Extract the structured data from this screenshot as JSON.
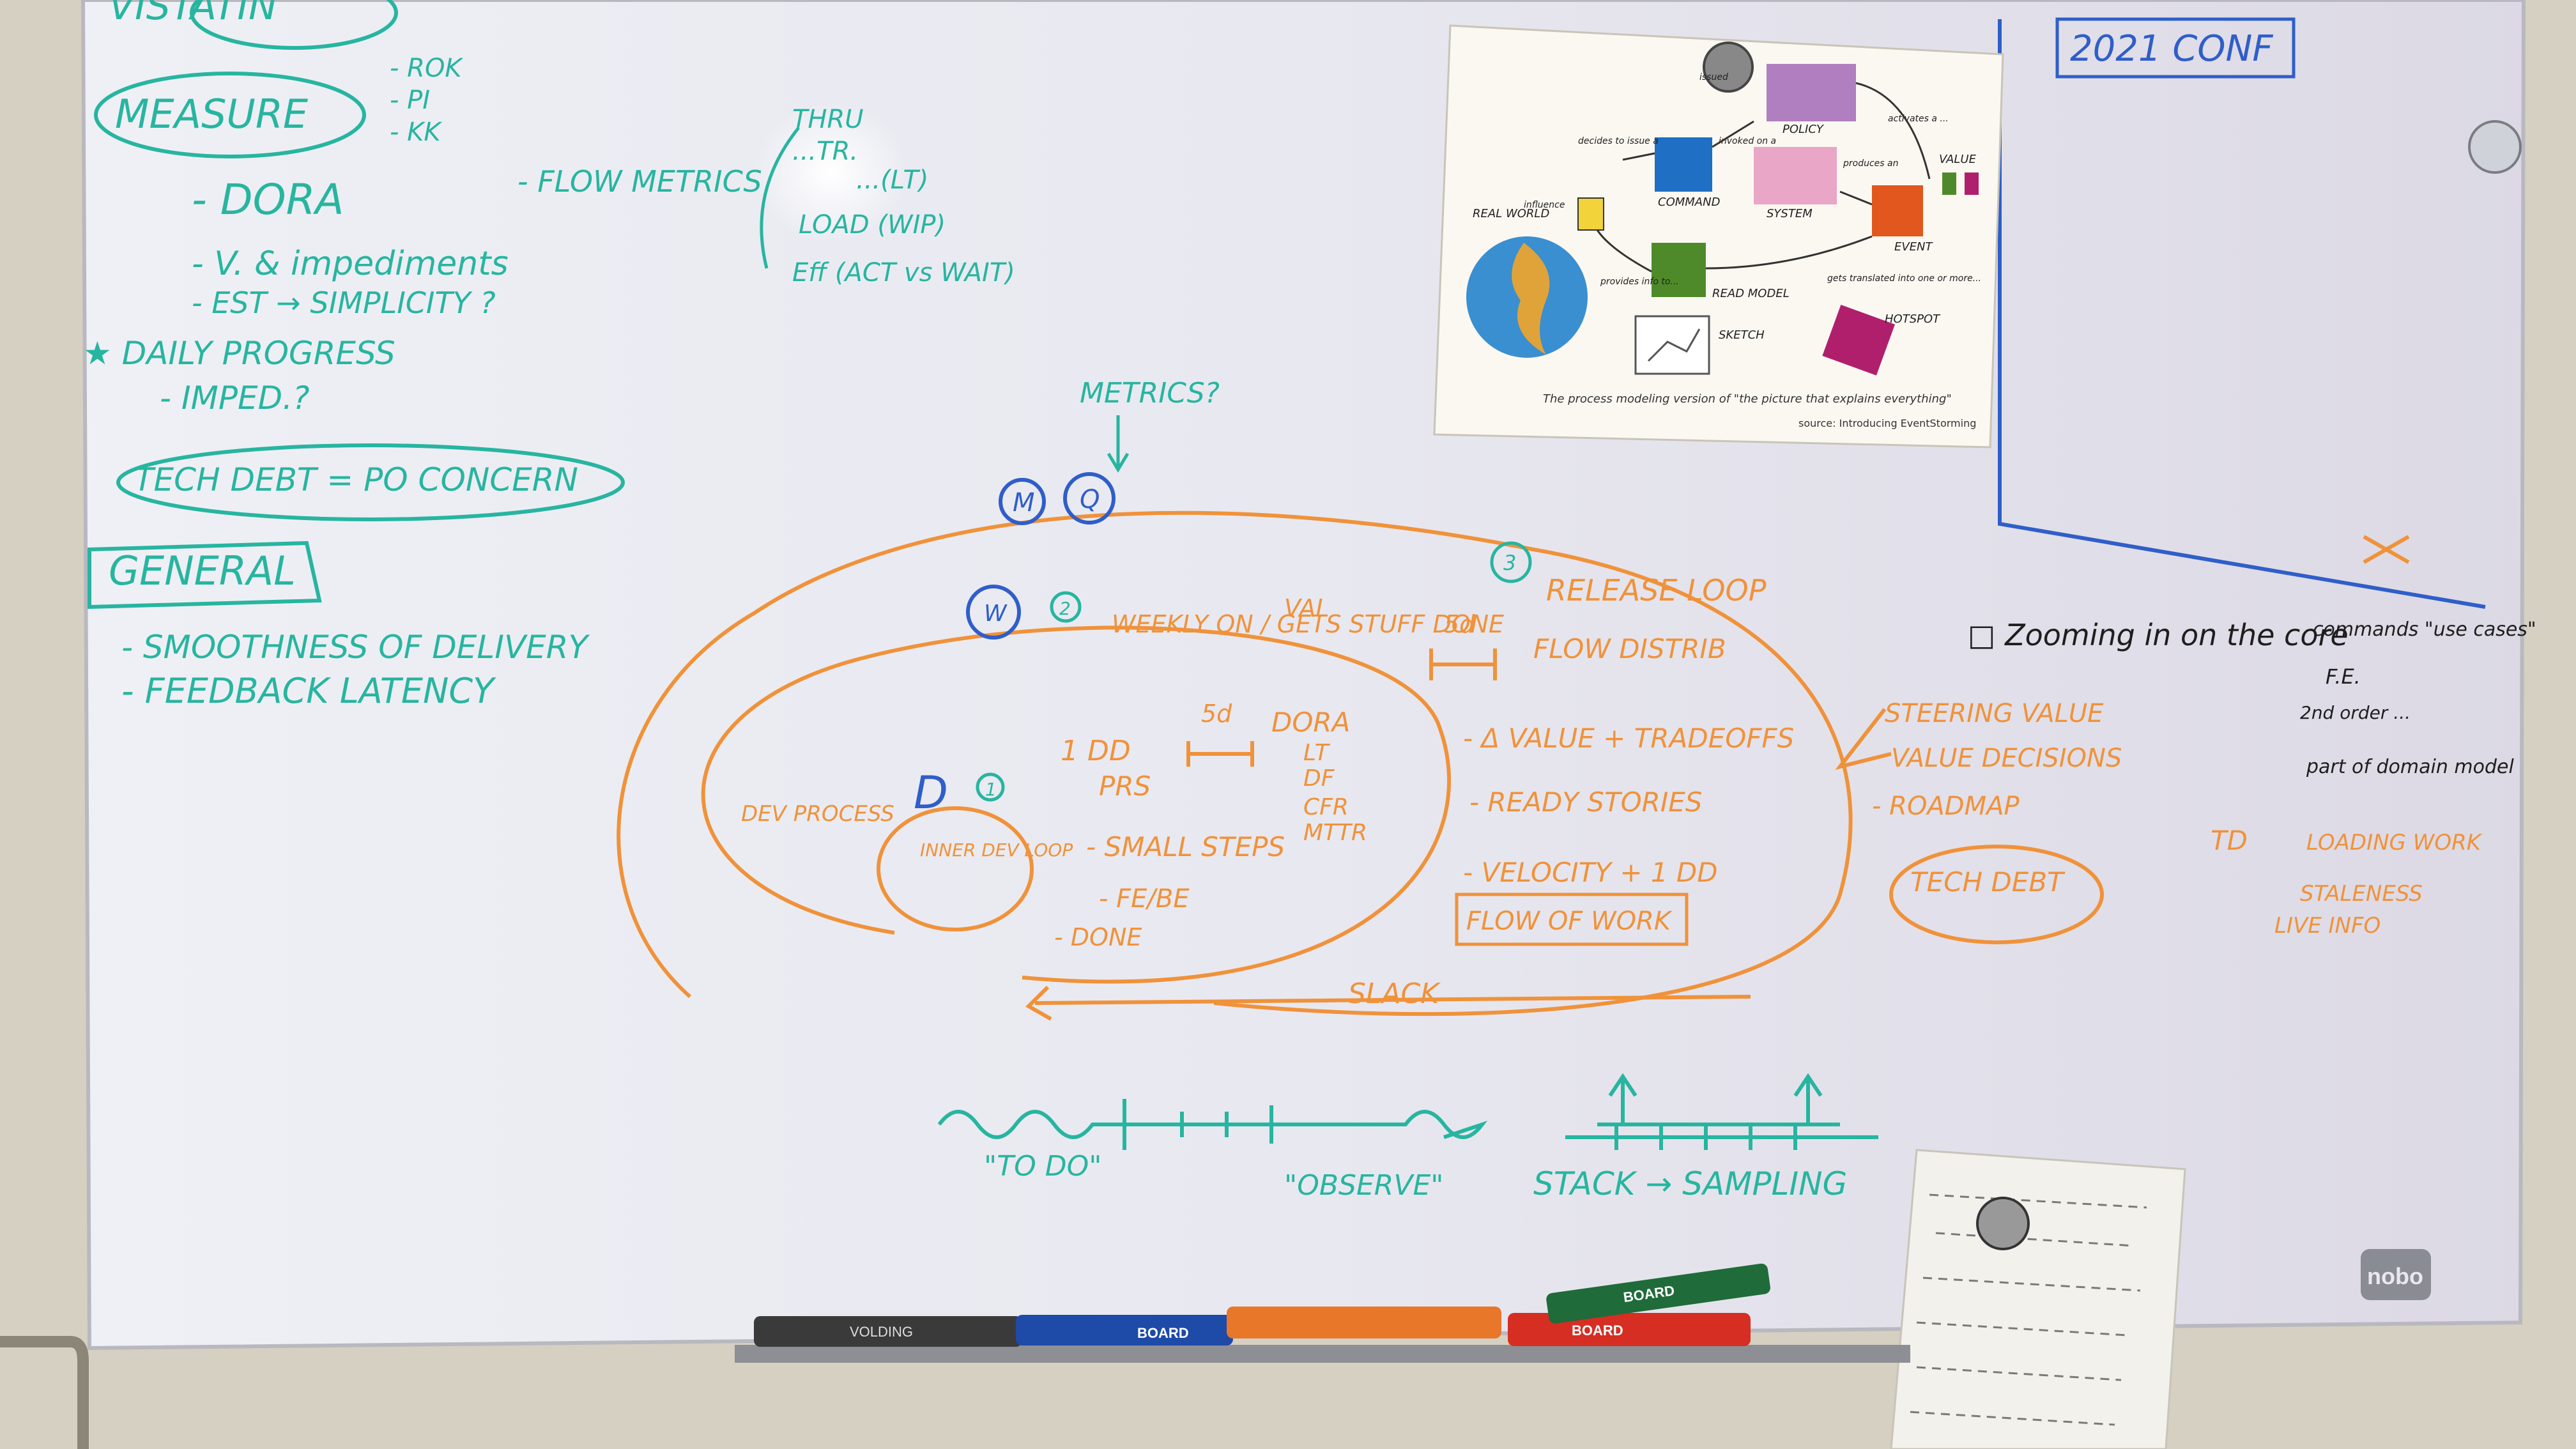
{
  "whiteboard": {
    "brand": "nobo",
    "teal_notes": {
      "top_fragment": "VISTATIN",
      "measure": "MEASURE",
      "measure_items": [
        "- ROK",
        "- PI",
        "- KK"
      ],
      "dora": "- DORA",
      "flow_metrics": "- FLOW METRICS",
      "flow_items": [
        "THRU",
        "...TR.",
        "...(LT)",
        "LOAD (WIP)",
        "Eff (ACT vs WAIT)"
      ],
      "v_impediments": "- V. & impediments",
      "est_simplicity": "- EST → SIMPLICITY ?",
      "daily_progress": "★ DAILY PROGRESS",
      "imped": "- IMPED.?",
      "tech_debt_po": "TECH DEBT = PO CONCERN",
      "general": "GENERAL",
      "general_items": [
        "- SMOOTHNESS OF DELIVERY",
        "- FEEDBACK LATENCY"
      ],
      "metrics_q": "METRICS?",
      "to_do": "\"TO DO\"",
      "observe": "\"OBSERVE\"",
      "stack": "STACK → SAMPLING"
    },
    "orange_notes": {
      "release_loop": "RELEASE LOOP",
      "weekly": "WEEKLY ON / GETS STUFF DONE",
      "val": "VAL",
      "five_d": "5d",
      "flow_distrib": "FLOW DISTRIB",
      "one_d": "1 DD",
      "prs": "PRS",
      "five_d_small": "5d",
      "dora_list": [
        "DORA",
        "LT",
        "DF",
        "CFR",
        "MTTR"
      ],
      "dev_process": "DEV PROCESS",
      "inner_dev_loop": "INNER DEV LOOP",
      "small_steps": "- SMALL STEPS",
      "fe_be": "- FE/BE",
      "done": "- DONE",
      "value_tradeoffs": "- Δ VALUE + TRADEOFFS",
      "ready_stories": "- READY STORIES",
      "velocity": "- VELOCITY + 1 DD",
      "flow_of_work": "FLOW OF WORK",
      "slack": "SLACK",
      "steering_value": "STEERING VALUE",
      "value_decisions": "VALUE DECISIONS",
      "roadmap": "- ROADMAP",
      "tech_debt": "TECH DEBT",
      "td": "TD",
      "td_items": [
        "LOADING WORK",
        "STALENESS",
        "LIVE INFO"
      ]
    },
    "blue_notes": {
      "m": "M",
      "q": "Q",
      "w": "W",
      "d": "D",
      "num_1": "1",
      "num_2": "2",
      "num_3": "3",
      "conf": "2021 CONF"
    },
    "black_notes": {
      "main": "□ Zooming in on the core",
      "sub": [
        "commands \"use cases\"",
        "F.E.",
        "2nd order ...",
        "part of domain model"
      ]
    },
    "poster": {
      "labels": {
        "policy": "POLICY",
        "command": "COMMAND",
        "system": "SYSTEM",
        "event": "EVENT",
        "value": "VALUE",
        "read_model": "READ MODEL",
        "hotspot": "HOTSPOT",
        "sketch": "SKETCH",
        "real_world": "REAL WORLD",
        "influence": "influence",
        "decides": "decides to issue a",
        "invoked": "invoked on a",
        "produces": "produces an",
        "activates": "activates a ...",
        "provides": "provides info to...",
        "translated": "gets translated into one or more...",
        "issued": "issued"
      },
      "caption": "The process modeling version of \"the picture that explains everything\"",
      "source": "source: Introducing EventStorming",
      "colors": {
        "policy": "#b07fc0",
        "command": "#1f6fc4",
        "system": "#e9a6c6",
        "event": "#e2571e",
        "read_model": "#4f8a2a",
        "hotspot": "#b01f6c",
        "user": "#f2d33a"
      }
    },
    "markers": [
      "VOLDING",
      "BOARD",
      "BOARD",
      "BOARD"
    ]
  }
}
